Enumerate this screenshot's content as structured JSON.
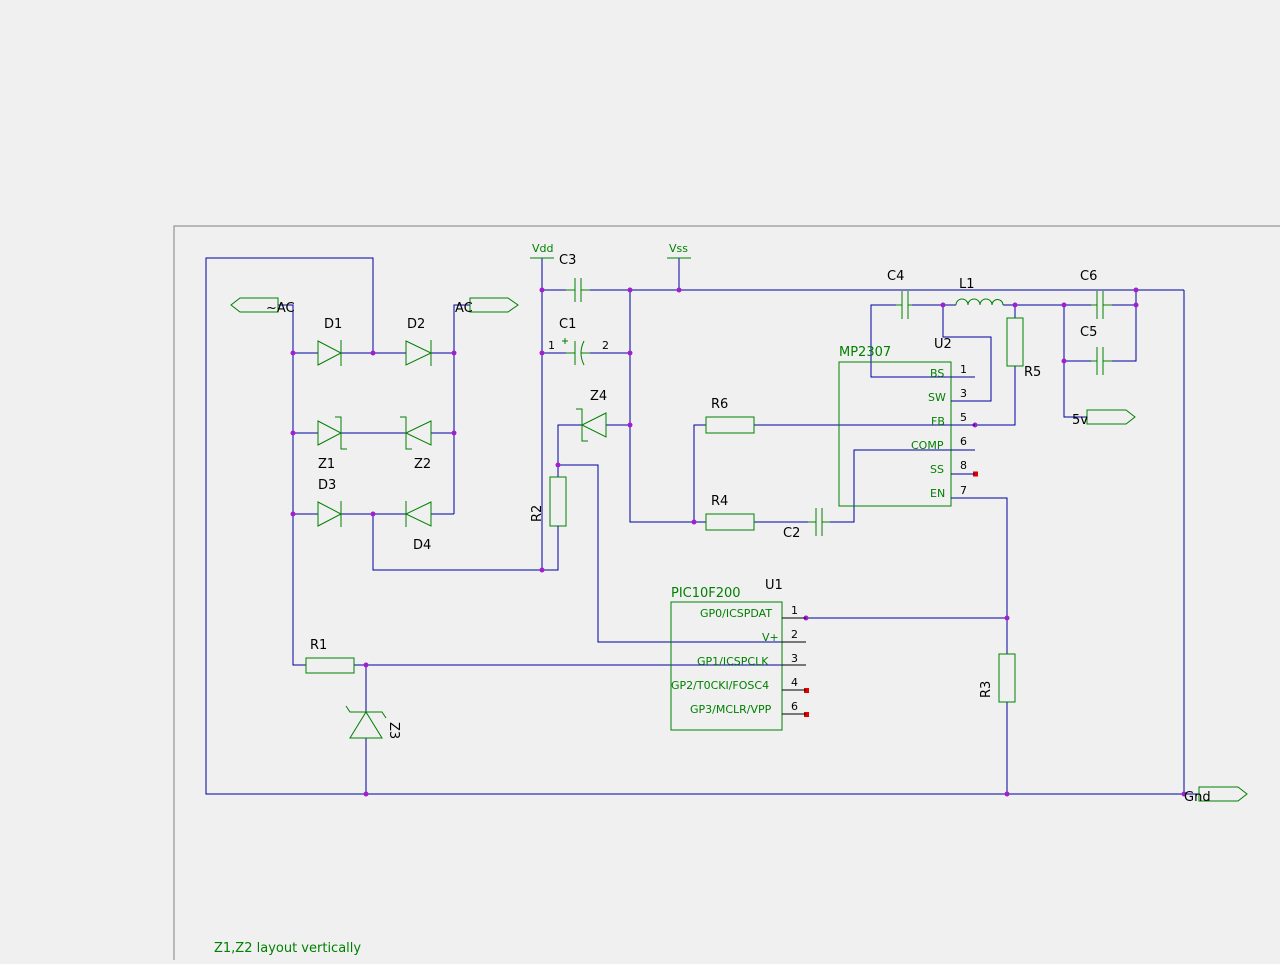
{
  "colors": {
    "background": "#f0f0f0",
    "wire": "#0000a0",
    "component": "#008000",
    "junction": "#a020d0",
    "no_connect": "#e00000",
    "label": "#000000"
  },
  "ports": {
    "ac_left": "~AC",
    "ac_right": "AC",
    "five_v": "5v",
    "gnd": "Gnd"
  },
  "power": {
    "vdd": "Vdd",
    "vss": "Vss"
  },
  "refs": {
    "d1": "D1",
    "d2": "D2",
    "d3": "D3",
    "d4": "D4",
    "z1": "Z1",
    "z2": "Z2",
    "z3": "Z3",
    "z4": "Z4",
    "c1": "C1",
    "c2": "C2",
    "c3": "C3",
    "c4": "C4",
    "c5": "C5",
    "c6": "C6",
    "r1": "R1",
    "r2": "R2",
    "r3": "R3",
    "r4": "R4",
    "r5": "R5",
    "r6": "R6",
    "l1": "L1",
    "u1": "U1",
    "u2": "U2"
  },
  "c1_pins": {
    "p1": "1",
    "p2": "2",
    "plus": "+"
  },
  "u2": {
    "part": "MP2307",
    "pins": [
      {
        "name": "BS",
        "num": "1"
      },
      {
        "name": "SW",
        "num": "3"
      },
      {
        "name": "FB",
        "num": "5"
      },
      {
        "name": "COMP",
        "num": "6"
      },
      {
        "name": "SS",
        "num": "8"
      },
      {
        "name": "EN",
        "num": "7"
      }
    ]
  },
  "u1": {
    "part": "PIC10F200",
    "pins": [
      {
        "name": "GP0/ICSPDAT",
        "num": "1"
      },
      {
        "name": "V+",
        "num": "2"
      },
      {
        "name": "GP1/ICSPCLK",
        "num": "3"
      },
      {
        "name": "GP2/T0CKI/FOSC4",
        "num": "4"
      },
      {
        "name": "GP3/MCLR/VPP",
        "num": "6"
      }
    ]
  },
  "note": "Z1,Z2 layout vertically"
}
